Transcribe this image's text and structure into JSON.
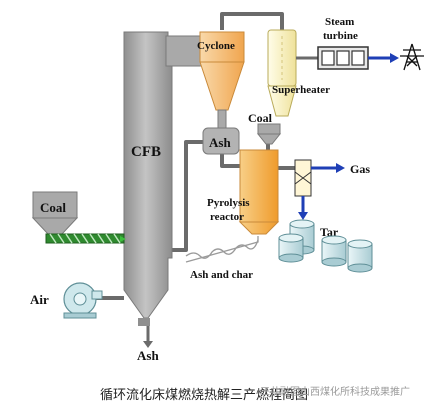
{
  "diagram": {
    "labels": {
      "steam_turbine_line1": "Steam",
      "steam_turbine_line2": "turbine",
      "cyclone": "Cyclone",
      "superheater": "Superheater",
      "coal_top": "Coal",
      "cfb": "CFB",
      "ash_box": "Ash",
      "gas": "Gas",
      "coal_left": "Coal",
      "pyrolysis_line1": "Pyrolysis",
      "pyrolysis_line2": "reactor",
      "tar": "Tar",
      "ash_and_char": "Ash and char",
      "air": "Air",
      "ash_bottom": "Ash"
    },
    "caption": "循环流化床煤燃烧热解三产燃程简图",
    "watermark": "三井融图山西煤化所科技成果推广",
    "colors": {
      "furnace": "#a9a9a9",
      "cyclone": "#f7c48a",
      "superheater": "#fff6c8",
      "pyrolysis_reactor": "#f6b553",
      "pipe": "#6b6b6b",
      "arrow_blue": "#1f3fb6",
      "tank": "#cfe8ec",
      "coal_screw": "#2f8a2f"
    }
  }
}
